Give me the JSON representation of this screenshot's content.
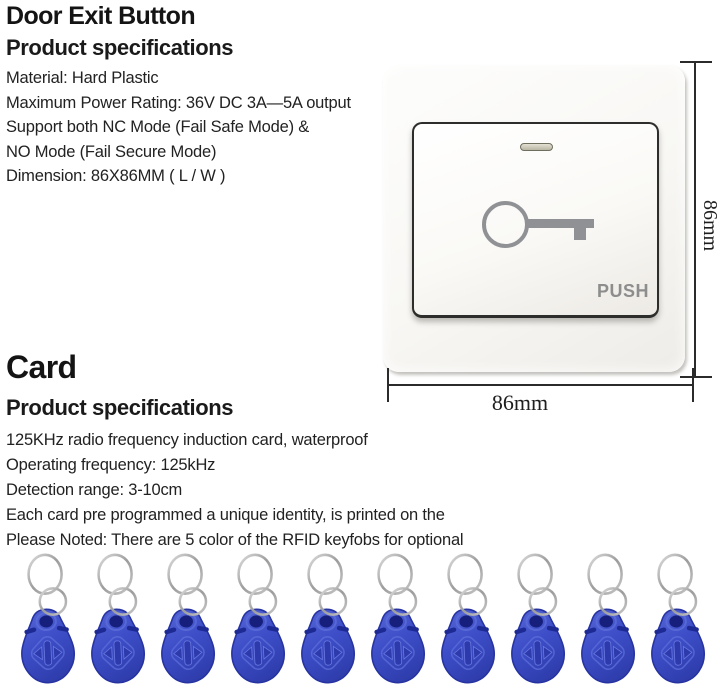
{
  "exit_button": {
    "title": "Door Exit Button",
    "subtitle": "Product specifications",
    "specs": [
      "Material: Hard Plastic",
      "Maximum Power Rating: 36V DC 3A—5A output",
      "Support both NC Mode (Fail Safe Mode) &",
      "NO Mode (Fail Secure Mode)",
      "Dimension: 86X86MM ( L / W )"
    ]
  },
  "diagram": {
    "push_label": "PUSH",
    "height_label": "86mm",
    "width_label": "86mm",
    "plate_color": "#f7f5f2",
    "key_icon_color": "#8f9194",
    "led_color": "#c9c6b5",
    "dimension_line_color": "#2b2b2b"
  },
  "card": {
    "title": "Card",
    "subtitle": "Product specifications",
    "specs": [
      "125KHz radio frequency induction card, waterproof",
      "Operating frequency: 125kHz",
      "Detection range: 3-10cm",
      "Each card pre programmed a unique identity, is printed on the",
      "Please Noted: There are 5 color of the RFID keyfobs for optional"
    ]
  },
  "keyfobs": {
    "count": 10,
    "body_color": "#3c4ec6",
    "ring_color": "#b3b3b3"
  }
}
